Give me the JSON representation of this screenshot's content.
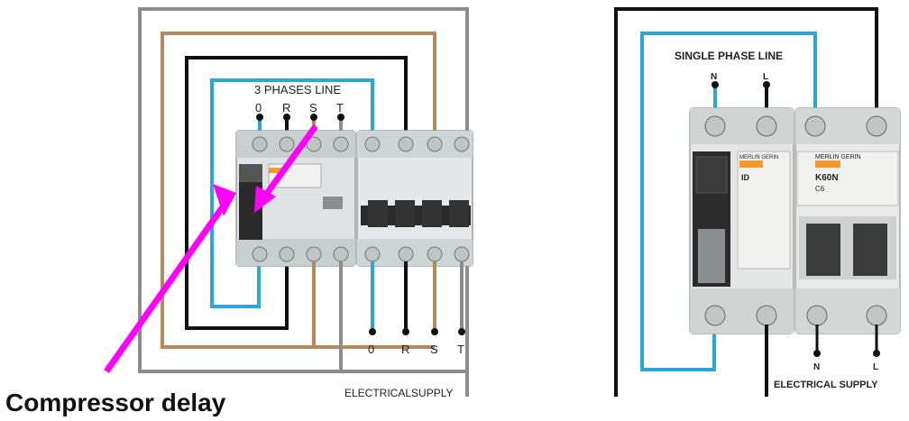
{
  "left": {
    "line_label": "3 PHASES LINE",
    "top_terminals": [
      "0",
      "R",
      "S",
      "T"
    ],
    "bottom_terminals": [
      "0",
      "R",
      "S",
      "T"
    ],
    "supply_label": "ELECTRICALSUPPLY",
    "caption": "Compressor delay"
  },
  "right": {
    "line_label": "SINGLE PHASE LINE",
    "top_terminals": [
      "N",
      "L"
    ],
    "bottom_terminals": [
      "N",
      "L"
    ],
    "supply_label": "ELECTRICAL SUPPLY",
    "breaker_brand_1": "MERLIN GERIN",
    "breaker_brand_2": "MERLIN GERIN",
    "breaker_model_1": "ID",
    "breaker_model_2": "K60N",
    "breaker_rating": "C6"
  },
  "colors": {
    "blue_wire": "#2aa7d6",
    "black_wire": "#111111",
    "brown_wire": "#b78a5e",
    "grey_wire": "#8c8c8c",
    "arrow": "#ff00ff"
  }
}
